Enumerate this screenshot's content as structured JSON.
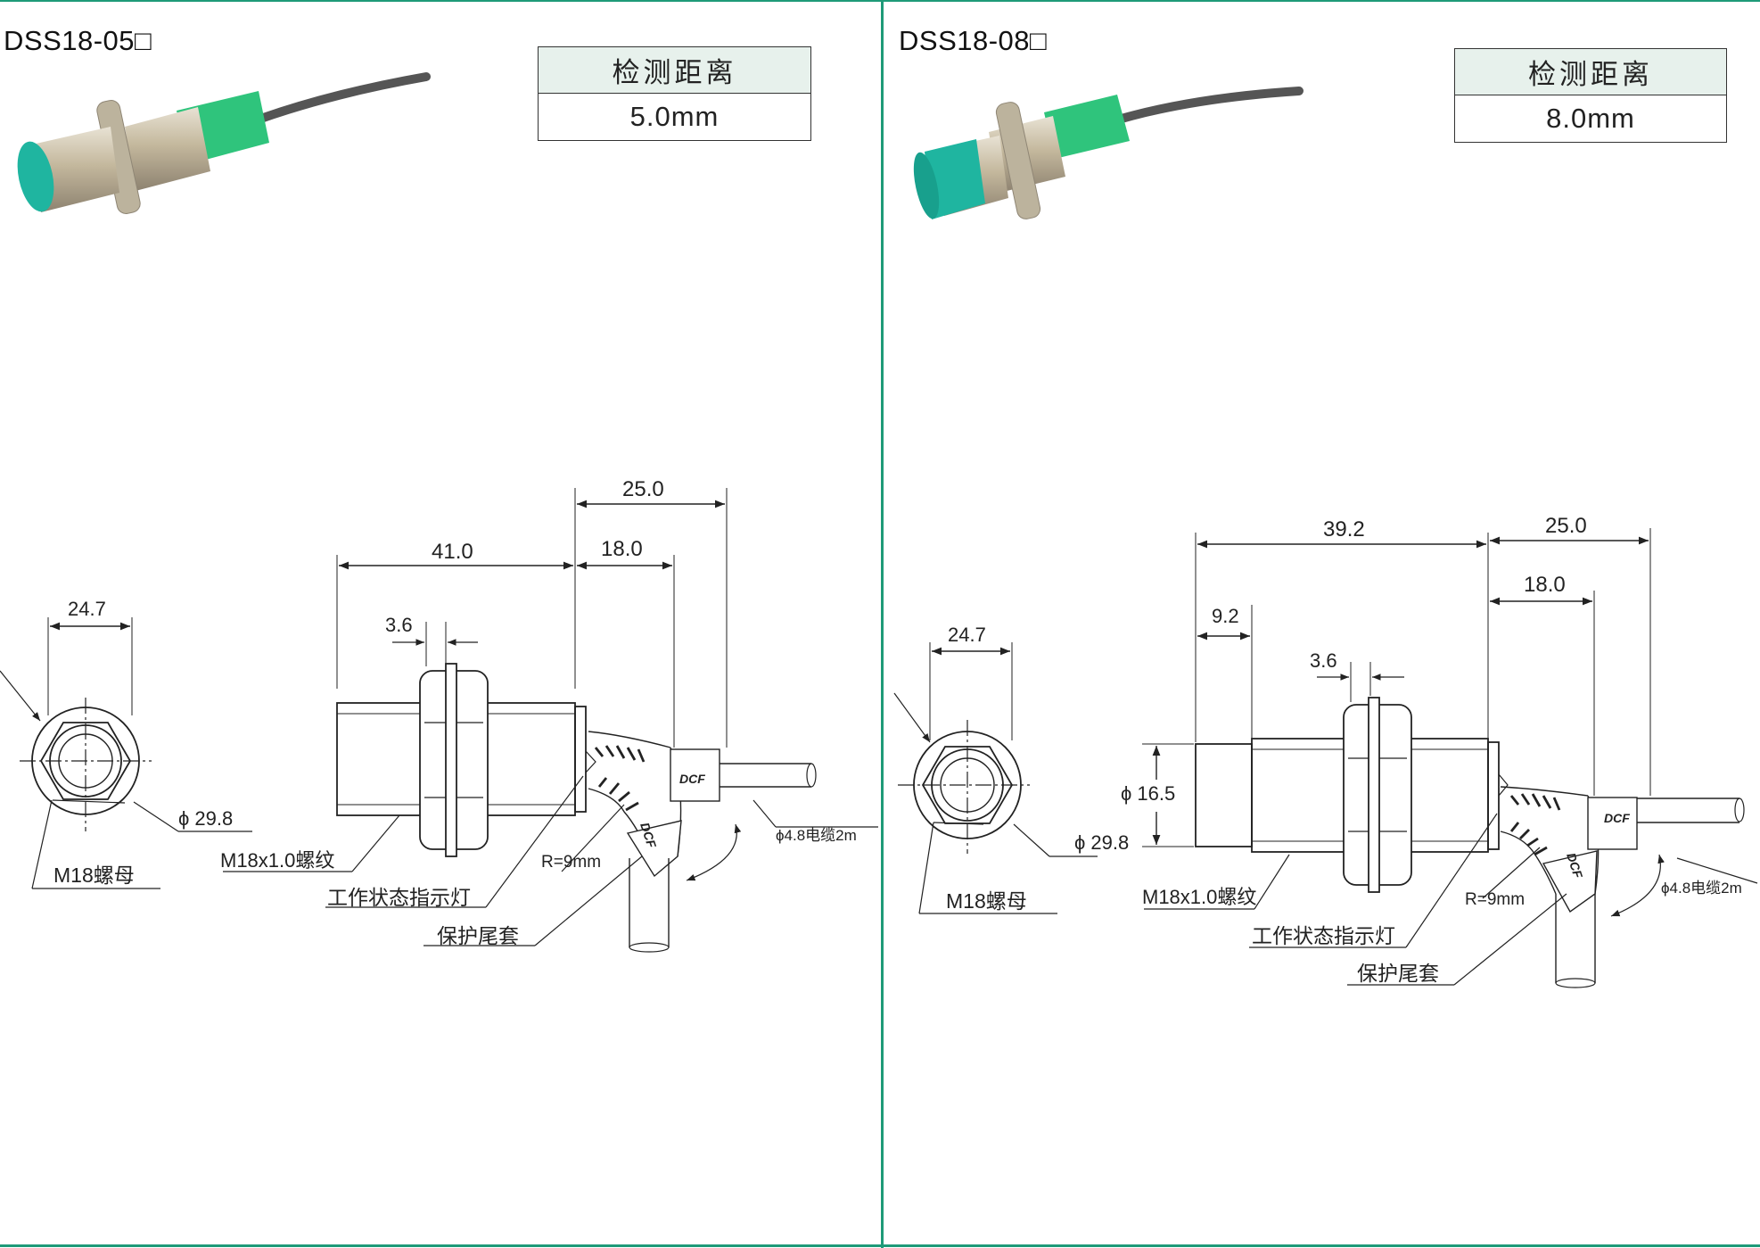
{
  "panels": [
    {
      "model": "DSS18-05□",
      "distance_header": "检测距离",
      "distance_value": "5.0mm",
      "dims": {
        "hex_width": "24.7",
        "flange_dia": "ϕ 29.8",
        "nut_label": "M18螺母",
        "body_length": "41.0",
        "nut_thickness": "3.6",
        "tail_short": "18.0",
        "tail_long": "25.0",
        "thread_label": "M18x1.0螺纹",
        "radius_label": "R=9mm",
        "cable_label": "ϕ4.8电缆2m",
        "led_label": "工作状态指示灯",
        "sleeve_label": "保护尾套",
        "brand": "DCF"
      }
    },
    {
      "model": "DSS18-08□",
      "distance_header": "检测距离",
      "distance_value": "8.0mm",
      "dims": {
        "hex_width": "24.7",
        "flange_dia": "ϕ 29.8",
        "nut_label": "M18螺母",
        "body_length": "39.2",
        "head_length": "9.2",
        "head_dia": "ϕ 16.5",
        "nut_thickness": "3.6",
        "tail_short": "18.0",
        "tail_long": "25.0",
        "thread_label": "M18x1.0螺纹",
        "radius_label": "R=9mm",
        "cable_label": "ϕ4.8电缆2m",
        "led_label": "工作状态指示灯",
        "sleeve_label": "保护尾套",
        "brand": "DCF"
      }
    }
  ],
  "colors": {
    "frame": "#1e9a78",
    "sensor_face": "#1fb5a0",
    "sensor_collar": "#27c07a",
    "metal": "#c9bfa8",
    "cable": "#555555"
  }
}
